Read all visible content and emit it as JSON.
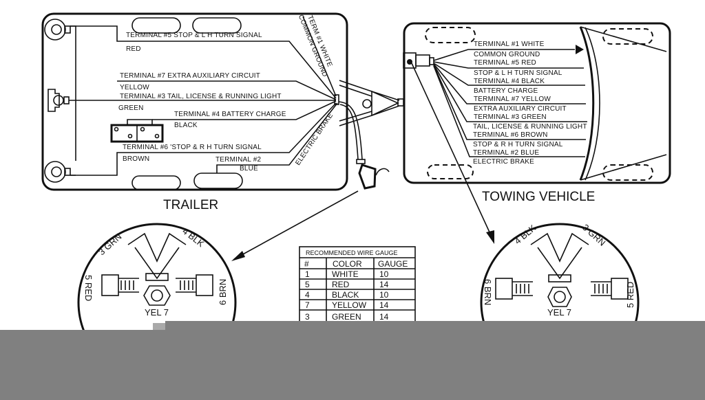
{
  "trailer": {
    "title": "TRAILER",
    "labels": {
      "t5": "TERMINAL #5 STOP & L H TURN SIGNAL",
      "t5_color": "RED",
      "t7": "TERMINAL #7 EXTRA AUXILIARY CIRCUIT",
      "t7_color": "YELLOW",
      "t3": "TERMINAL #3 TAIL, LICENSE & RUNNING LIGHT",
      "t3_color": "GREEN",
      "t4": "TERMINAL #4 BATTERY CHARGE",
      "t4_color": "BLACK",
      "t6": "TERMINAL #6 'STOP & R H TURN SIGNAL",
      "t6_color": "BROWN",
      "t2": "TERMINAL #2",
      "t2_color": "BLUE",
      "term1_line1": "TERM #1 WHITE",
      "term1_line2": "COMMON GROUND",
      "electric_brake": "ELECTRIC BRAKE"
    }
  },
  "towing_vehicle": {
    "title": "TOWING VEHICLE",
    "labels": [
      "TERMINAL #1 WHITE",
      "COMMON GROUND",
      "TERMINAL #5 RED",
      "STOP & L H TURN SIGNAL",
      "TERMINAL #4 BLACK",
      "BATTERY CHARGE",
      "TERMINAL #7 YELLOW",
      "EXTRA AUXILIARY CIRCUIT",
      "TERMINAL #3 GREEN",
      "TAIL, LICENSE & RUNNING LIGHT",
      "TERMINAL #6 BROWN",
      "STOP & R H TURN SIGNAL",
      "TERMINAL #2 BLUE",
      "ELECTRIC BRAKE"
    ]
  },
  "connector_left": {
    "pins": {
      "grn": "3 GRN",
      "blk": "4 BLK",
      "red": "5 RED",
      "brn": "6 BRN",
      "yel": "YEL 7"
    }
  },
  "connector_right": {
    "pins": {
      "blk": "4 BLK",
      "grn": "3 GRN",
      "brn": "6 BRN",
      "red": "5 RED",
      "yel": "YEL 7"
    }
  },
  "wire_gauge_table": {
    "title": "RECOMMENDED WIRE GAUGE",
    "headers": [
      "#",
      "COLOR",
      "GAUGE"
    ],
    "rows": [
      [
        "1",
        "WHITE",
        "10"
      ],
      [
        "5",
        "RED",
        "14"
      ],
      [
        "4",
        "BLACK",
        "10"
      ],
      [
        "7",
        "YELLOW",
        "14"
      ],
      [
        "3",
        "GREEN",
        "14"
      ]
    ]
  },
  "colors": {
    "ink": "#111111",
    "overlay": "#808080",
    "background": "#ffffff"
  }
}
